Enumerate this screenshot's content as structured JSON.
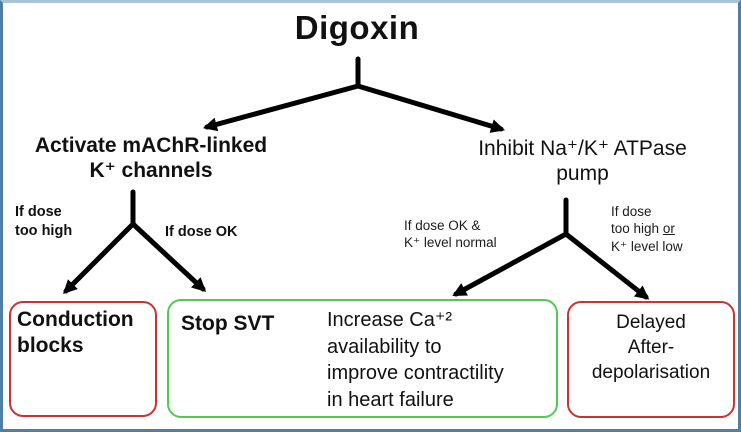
{
  "colors": {
    "frame-border": "#4e7fa5",
    "frame-border-top": "#a9c3d4",
    "arrow": "#000000",
    "red-border": "#cb3333",
    "green-border": "#52c952",
    "text": "#111111"
  },
  "title": "Digoxin",
  "branches": {
    "left_node": {
      "line1": "Activate mAChR-linked",
      "line2": "K⁺ channels"
    },
    "right_node": {
      "line1": "Inhibit Na⁺/K⁺ ATPase",
      "line2": "pump"
    }
  },
  "condition_labels": {
    "dose_too_high": {
      "line1": "If dose",
      "line2": "too high"
    },
    "dose_ok": "If dose OK",
    "dose_ok_k_normal": {
      "line1": "If dose OK &",
      "line2": "K⁺ level normal"
    },
    "dose_high_k_low": {
      "line1": "If dose",
      "line2_plain": "too high",
      "line2_underlined": "or",
      "line3": "K⁺ level low"
    }
  },
  "outcomes": {
    "conduction_blocks": {
      "line1": "Conduction",
      "line2": "blocks"
    },
    "stop_svt": {
      "label": "Stop SVT",
      "description_lines": [
        "Increase Ca⁺²",
        "availability to",
        "improve contractility",
        "in heart failure"
      ]
    },
    "delayed_afterdepolarisation": {
      "line1": "Delayed",
      "line2": "After-",
      "line3": "depolarisation"
    }
  }
}
